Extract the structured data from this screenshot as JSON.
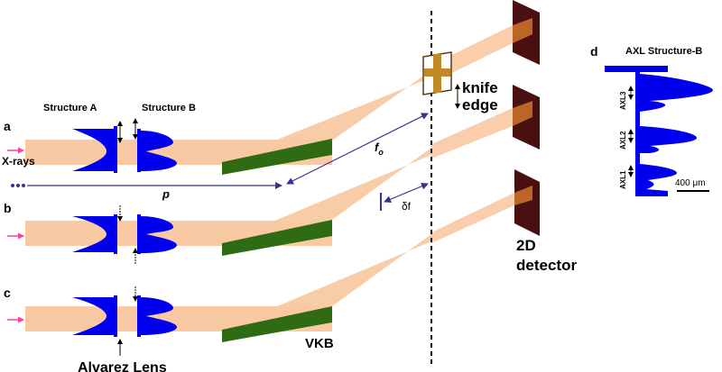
{
  "colors": {
    "beam": "#f9c9a3",
    "lens": "#0000ee",
    "mirror_top": "#2e6b12",
    "mirror_edge": "#1f4d0a",
    "detector_dark": "#4a1010",
    "detector_spot": "#c8702a",
    "knife": "#c08a28",
    "arrow": "#33338f",
    "xray_arrow": "#ff3da0"
  },
  "panels": {
    "a": "a",
    "b": "b",
    "c": "c",
    "d": "d"
  },
  "labels": {
    "structure_a": "Structure A",
    "structure_b": "Structure B",
    "xrays": "X-rays",
    "knife_edge_line1": "knife",
    "knife_edge_line2": "edge",
    "focal_length": "f",
    "focal_length_sub": "o",
    "distance_p": "p",
    "defocus": "δf",
    "detector_line1": "2D",
    "detector_line2": "detector",
    "vkb": "VKB",
    "alvarez_lens": "Alvarez Lens"
  },
  "panel_d": {
    "title": "AXL Structure-B",
    "segments": [
      "AXL3",
      "AXL2",
      "AXL1"
    ],
    "scale_bar": "400 μm"
  }
}
